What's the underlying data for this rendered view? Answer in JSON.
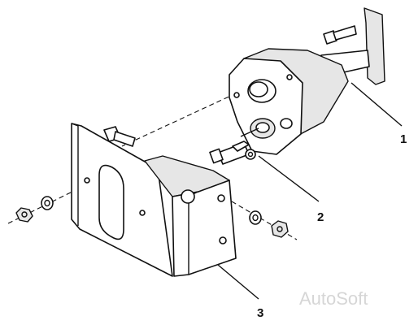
{
  "callouts": [
    {
      "id": "1",
      "label": "1"
    },
    {
      "id": "2",
      "label": "2"
    },
    {
      "id": "3",
      "label": "3"
    }
  ],
  "watermark": "AutoSoft"
}
